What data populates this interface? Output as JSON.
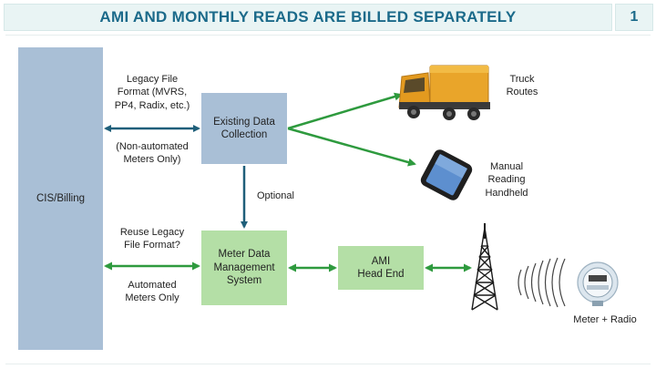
{
  "title": "AMI AND MONTHLY READS ARE BILLED SEPARATELY",
  "figure_number": "1",
  "boxes": {
    "cis": "CIS/Billing",
    "existing_data": "Existing Data\nCollection",
    "mdm": "Meter Data\nManagement\nSystem",
    "ami": "AMI\nHead End"
  },
  "labels": {
    "legacy_format": "Legacy File\nFormat (MVRS,\nPP4, Radix, etc.)",
    "non_automated": "(Non-automated\nMeters Only)",
    "optional": "Optional",
    "reuse_legacy": "Reuse Legacy\nFile Format?",
    "automated": "Automated\nMeters Only",
    "truck_routes": "Truck\nRoutes",
    "manual_reading": "Manual\nReading\nHandheld",
    "meter_radio": "Meter + Radio"
  },
  "colors": {
    "title_text": "#1b6a8a",
    "title_bg": "#e9f4f4",
    "blue_box": "#a9bfd6",
    "green_box": "#b4dfa6",
    "blue_arrow": "#1f5f7a",
    "green_arrow": "#2e9a3e"
  },
  "icons": [
    "truck-icon",
    "handheld-device-icon",
    "radio-tower-icon",
    "meter-icon"
  ]
}
